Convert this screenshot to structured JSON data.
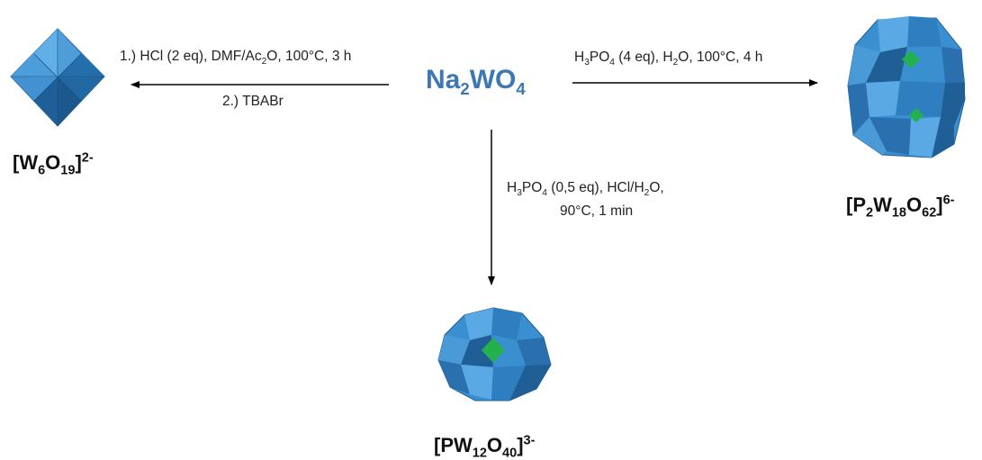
{
  "center": {
    "main": "Na",
    "sub1": "2",
    "mid": "WO",
    "sub2": "4"
  },
  "left_reaction": {
    "line1": {
      "a": "1.) HCl (2 eq), DMF/Ac",
      "sub": "2",
      "b": "O, 100°C, 3 h"
    },
    "line2": "2.) TBABr"
  },
  "right_reaction": {
    "a": "H",
    "sub1": "3",
    "b": "PO",
    "sub2": "4",
    "c": " (4 eq), H",
    "sub3": "2",
    "d": "O, 100°C, 4 h"
  },
  "down_reaction": {
    "line1": {
      "a": "H",
      "sub1": "3",
      "b": "PO",
      "sub2": "4",
      "c": " (0,5 eq), HCl/H",
      "sub3": "2",
      "d": "O,"
    },
    "line2": "90°C, 1 min"
  },
  "products": {
    "lindqvist": {
      "open": "[W",
      "s1": "6",
      "mid": "O",
      "s2": "19",
      "close": "]",
      "charge": "2-"
    },
    "dawson": {
      "open": "[P",
      "s1": "2",
      "m1": "W",
      "s2": "18",
      "m2": "O",
      "s3": "62",
      "close": "]",
      "charge": "6-"
    },
    "keggin": {
      "open": "[PW",
      "s1": "12",
      "mid": "O",
      "s2": "40",
      "close": "]",
      "charge": "3-"
    }
  },
  "colors": {
    "polyhedron": "#3a8fd1",
    "polyhedron_dark": "#1f5f96",
    "phosphate": "#22b14c",
    "arrow": "#000000",
    "center_text": "#3c78b4"
  }
}
